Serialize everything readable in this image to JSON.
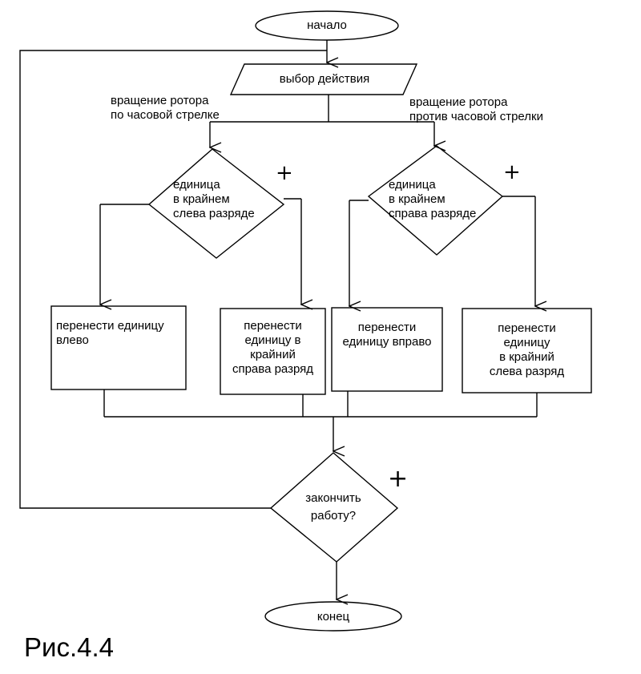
{
  "nodes": {
    "start": "начало",
    "select": "выбор действия",
    "branch_cw": "вращение ротора\nпо часовой стрелке",
    "branch_ccw": "вращение ротора\nпротив часовой стрелки",
    "decision_left": "единица\nв крайнем\nслева разряде",
    "decision_right": "единица\nв крайнем\nсправа разряде",
    "box1": "перенести единицу\nвлево",
    "box2": "перенести\nединицу в\nкрайний\nсправа разряд",
    "box3": "перенести\nединицу вправо",
    "box4": "перенести\nединицу\nв крайний\nслева разряд",
    "finish_q": "закончить\nработу?",
    "end": "конец"
  },
  "marks": {
    "plus": "+"
  },
  "caption": "Рис.4.4"
}
